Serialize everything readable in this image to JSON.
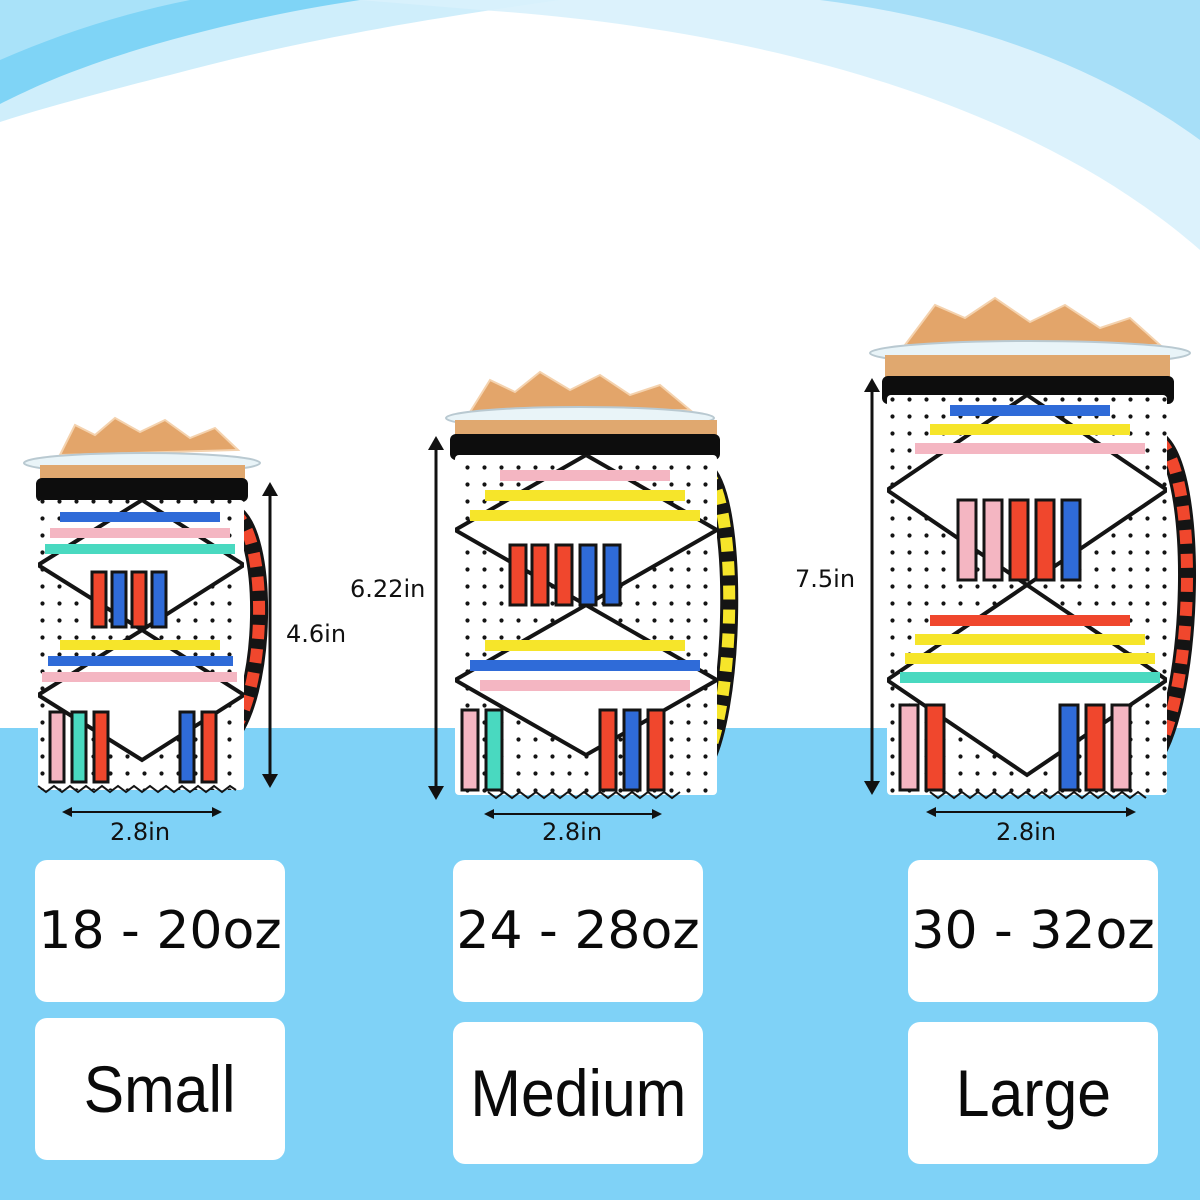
{
  "colors": {
    "sky_light": "#bfe6f8",
    "sky_mid": "#7fd4f6",
    "floor": "#7fd2f7",
    "ice": "#e3a56a",
    "sleeve_band": "#0d0d0d",
    "pattern_black": "#141414",
    "pattern_yellow": "#f6e52a",
    "pattern_blue": "#2f6bd8",
    "pattern_red": "#f0472d",
    "pattern_pink": "#f4b6c2",
    "pattern_mint": "#49d9c0"
  },
  "icons": [
    "height-arrow-icon",
    "width-arrow-icon"
  ],
  "products": [
    {
      "height": "4.6in",
      "width": "2.8in",
      "capacity": "18 - 20oz",
      "size": "Small"
    },
    {
      "height": "6.22in",
      "width": "2.8in",
      "capacity": "24 - 28oz",
      "size": "Medium"
    },
    {
      "height": "7.5in",
      "width": "2.8in",
      "capacity": "30 - 32oz",
      "size": "Large"
    }
  ]
}
